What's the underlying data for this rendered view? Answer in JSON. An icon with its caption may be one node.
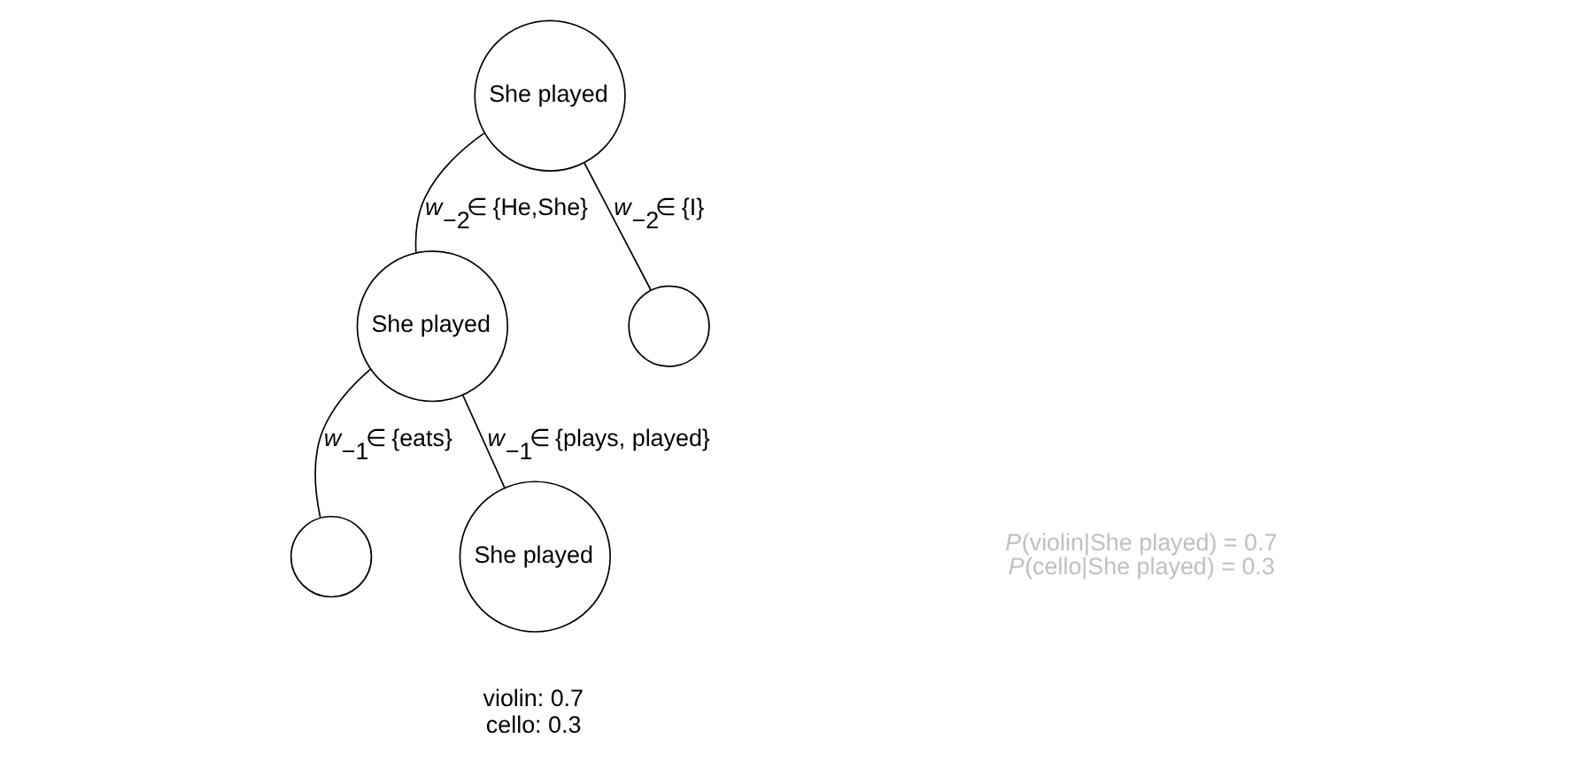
{
  "diagram": {
    "nodes": [
      {
        "text": [
          "She played"
        ]
      },
      {
        "text": [
          "She played"
        ]
      },
      {
        "text": [],
        "shape": "circle"
      },
      {
        "text": [],
        "shape": "circle"
      },
      {
        "text": [
          "She played"
        ],
        "beside": [
          "violin: 0.7",
          "cello: 0.3"
        ]
      }
    ],
    "edges": [
      {
        "from": 0,
        "to": 1,
        "arrow": "none",
        "label": "*w*$_{−2}$∈ {He,She}"
      },
      {
        "from": 0,
        "to": 2,
        "arrow": "none",
        "label": "*w*$_{−2}$∈ {I}"
      },
      {
        "from": 1,
        "to": 3,
        "arrow": "none",
        "label": "*w*$_{−1}$∈ {eats}"
      },
      {
        "from": 1,
        "to": 4,
        "arrow": "none",
        "label": "*w*$_{−1}$∈ {plays, played}"
      }
    ],
    "labels": [
      "*P*(violin|She played) = 0.7",
      "*P*(cello|She played) = 0.3"
    ]
  }
}
